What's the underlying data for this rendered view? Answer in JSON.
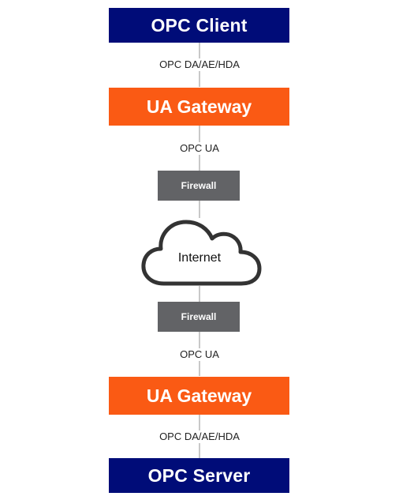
{
  "colors": {
    "endpoint": "#000c78",
    "gateway": "#fa5a14",
    "firewall": "#626366",
    "connector": "#c8c8c8",
    "cloud_stroke": "#333333"
  },
  "nodes": {
    "client": "OPC Client",
    "gateway_top": "UA Gateway",
    "firewall_top": "Firewall",
    "internet": "Internet",
    "firewall_bottom": "Firewall",
    "gateway_bottom": "UA Gateway",
    "server": "OPC Server"
  },
  "links": {
    "client_to_gateway": "OPC DA/AE/HDA",
    "gateway_to_firewall_top": "OPC UA",
    "firewall_to_gateway_bottom": "OPC UA",
    "gateway_to_server": "OPC DA/AE/HDA"
  },
  "icons": {
    "internet": "cloud-icon"
  }
}
